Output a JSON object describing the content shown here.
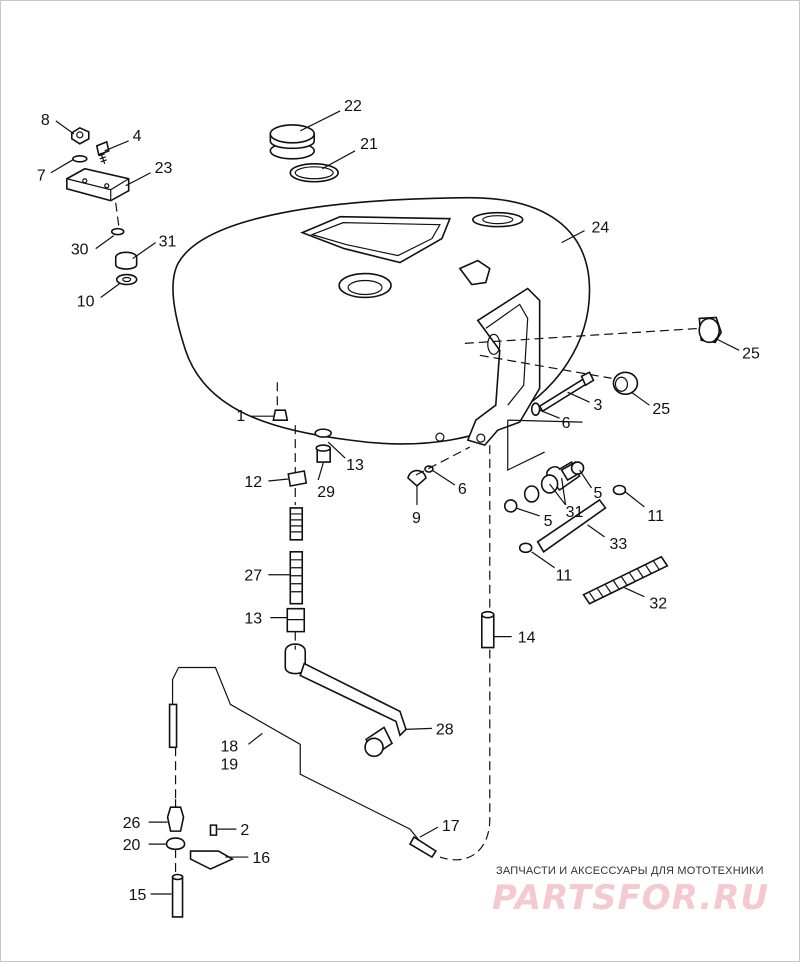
{
  "diagram": {
    "labels": {
      "l1": "1",
      "l2": "2",
      "l3": "3",
      "l4": "4",
      "l5a": "5",
      "l5b": "5",
      "l6a": "6",
      "l6b": "6",
      "l7": "7",
      "l8": "8",
      "l9": "9",
      "l10": "10",
      "l11a": "11",
      "l11b": "11",
      "l12": "12",
      "l13a": "13",
      "l13b": "13",
      "l14": "14",
      "l15": "15",
      "l16": "16",
      "l17": "17",
      "l18": "18",
      "l19": "19",
      "l20": "20",
      "l21": "21",
      "l22": "22",
      "l23": "23",
      "l24": "24",
      "l25a": "25",
      "l25b": "25",
      "l26": "26",
      "l27": "27",
      "l28": "28",
      "l29": "29",
      "l30": "30",
      "l31a": "31",
      "l31b": "31",
      "l32": "32",
      "l33": "33"
    }
  },
  "watermark": {
    "tagline": "ЗАПЧАСТИ И АКСЕССУАРЫ ДЛЯ МОТОТЕХНИКИ",
    "brand": "PARTSFOR.RU"
  }
}
